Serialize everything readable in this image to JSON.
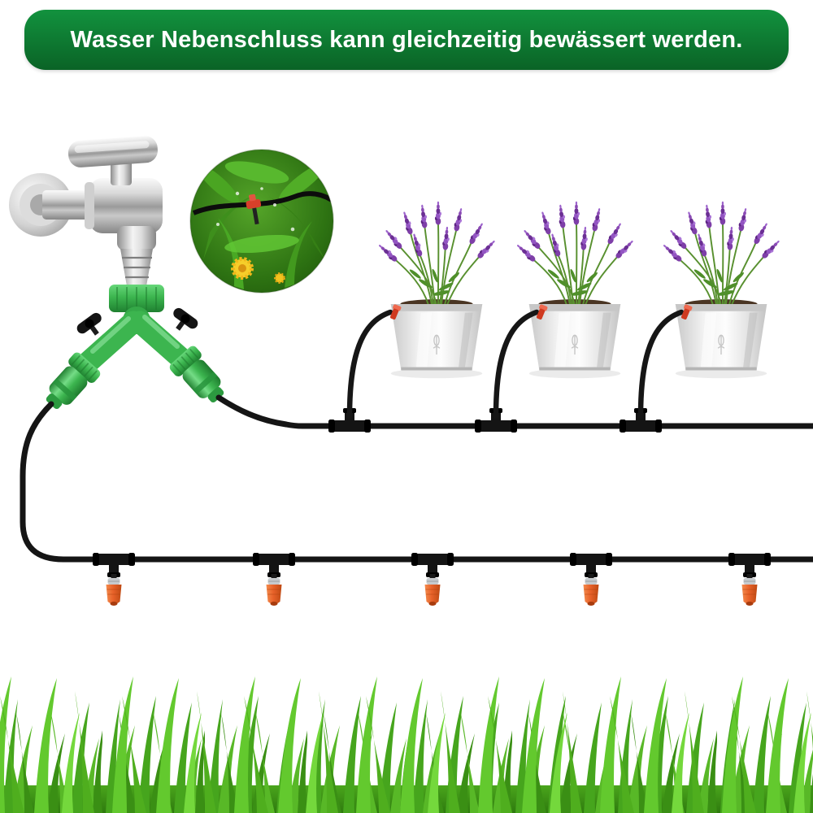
{
  "banner": {
    "text": "Wasser Nebenschluss kann gleichzeitig bewässert werden."
  },
  "colors": {
    "banner-top": "#12923e",
    "banner-bottom": "#0a6326",
    "text-white": "#ffffff",
    "splitter-green": "#3cb54f",
    "tubing-black": "#151515",
    "nozzle-orange": "#e8622a",
    "lavender-purple": "#8a4fb0",
    "grass-green": "#57bd28",
    "chrome-silver": "#c9c9c9",
    "pot-white": "#f2f2f2"
  },
  "scene": {
    "faucet": "chrome-wall-tap",
    "splitter": "green-two-way-splitter-with-valves",
    "inset": "drip-emitter-closeup",
    "potted_plants_count": 3,
    "mist_nozzles_count": 5
  }
}
